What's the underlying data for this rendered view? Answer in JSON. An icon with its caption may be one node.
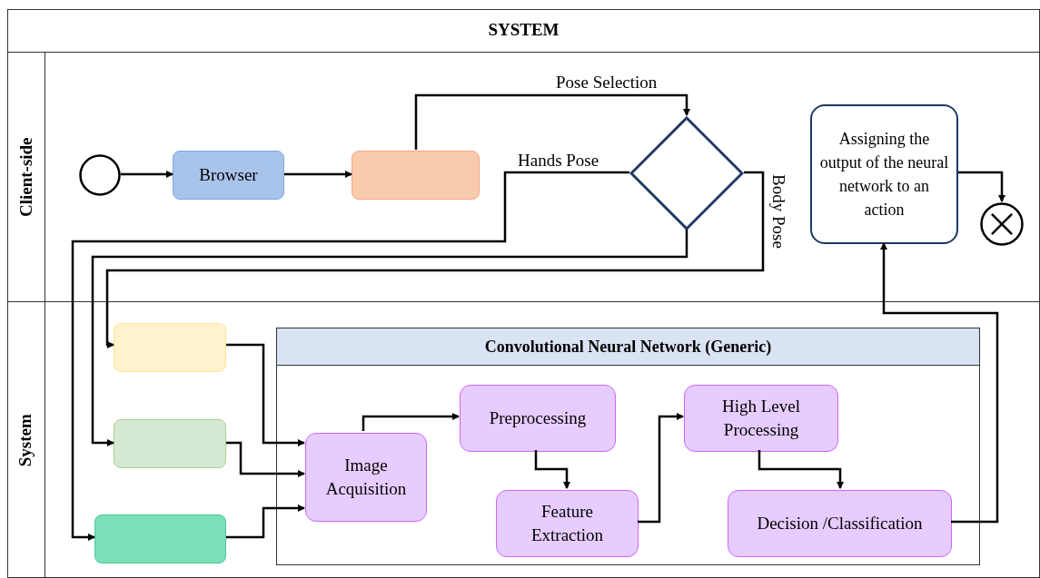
{
  "diagram": {
    "title": "SYSTEM",
    "nodes": [
      {
        "text": [
          "Client-side"
        ]
      },
      {
        "text": [
          "System"
        ]
      },
      {
        "text": [],
        "shape": "circle",
        "in": 0
      },
      {
        "text": [
          "Browser"
        ],
        "in": 0
      },
      {
        "text": [],
        "shape": "box",
        "in": 0
      },
      {
        "text": [],
        "shape": "diamond",
        "in": 0
      },
      {
        "text": [
          "Assigning the output of the neural network to an action"
        ],
        "in": 0
      },
      {
        "text": [],
        "shape": "circle",
        "in": 0
      },
      {
        "text": [],
        "shape": "box",
        "in": 1
      },
      {
        "text": [],
        "shape": "box",
        "in": 1
      },
      {
        "text": [],
        "shape": "box",
        "in": 1
      },
      {
        "text": [
          "Convolutional Neural Network (Generic)"
        ],
        "in": 1
      },
      {
        "text": [
          "Image Acquisition"
        ],
        "in": 11
      },
      {
        "text": [
          "Preprocessing"
        ],
        "in": 11
      },
      {
        "text": [
          "Feature Extraction"
        ],
        "in": 11
      },
      {
        "text": [
          "High Level Processing"
        ],
        "in": 11
      },
      {
        "text": [
          "Decision /Classification"
        ],
        "in": 11
      }
    ],
    "edges": [
      {
        "from": 2,
        "to": 3,
        "arrow": "to"
      },
      {
        "from": 3,
        "to": 4,
        "arrow": "to"
      },
      {
        "from": 4,
        "to": 5,
        "arrow": "to",
        "label": "Pose Selection"
      },
      {
        "from": 5,
        "to": 10,
        "arrow": "to",
        "label": "Hands Pose"
      },
      {
        "from": 5,
        "to": 9,
        "arrow": "to"
      },
      {
        "from": 5,
        "to": 8,
        "arrow": "to",
        "label": "Body Pose"
      },
      {
        "from": 8,
        "to": 12,
        "arrow": "to"
      },
      {
        "from": 9,
        "to": 12,
        "arrow": "to"
      },
      {
        "from": 10,
        "to": 12,
        "arrow": "to"
      },
      {
        "from": 12,
        "to": 13,
        "arrow": "to"
      },
      {
        "from": 13,
        "to": 14,
        "arrow": "to"
      },
      {
        "from": 14,
        "to": 15,
        "arrow": "to"
      },
      {
        "from": 15,
        "to": 16,
        "arrow": "to"
      },
      {
        "from": 16,
        "to": 6,
        "arrow": "to"
      },
      {
        "from": 6,
        "to": 7,
        "arrow": "to"
      }
    ]
  }
}
